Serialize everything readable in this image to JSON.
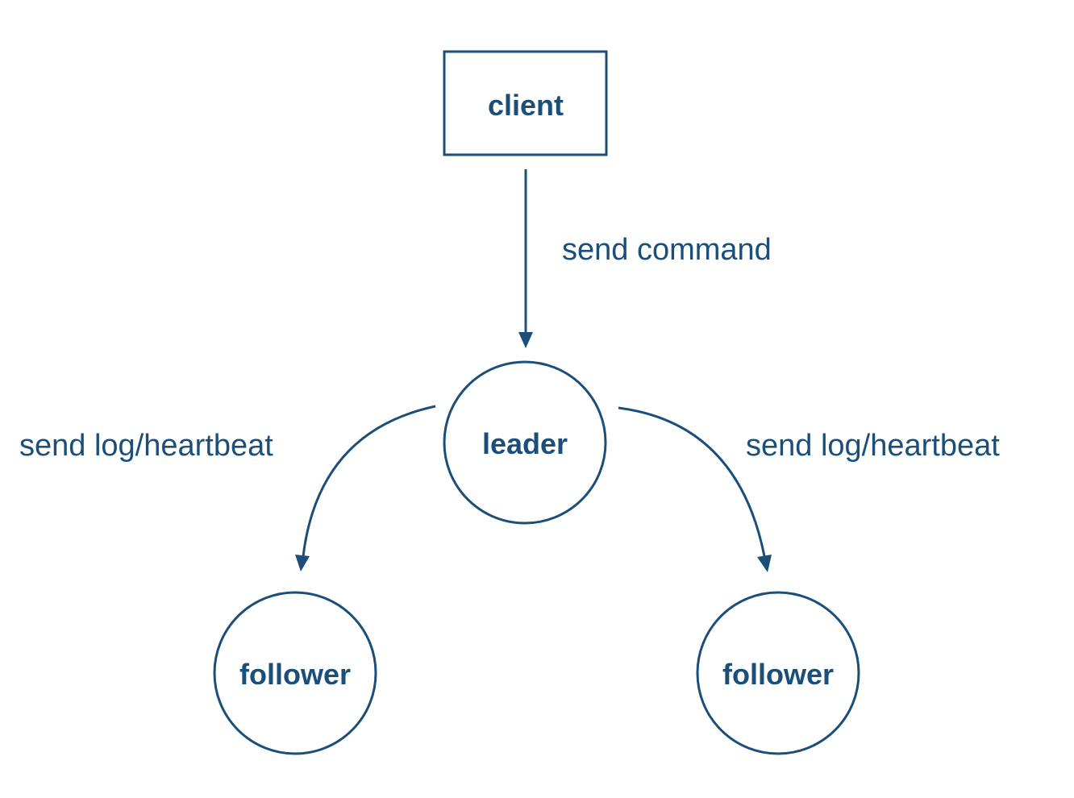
{
  "nodes": {
    "client": "client",
    "leader": "leader",
    "follower_left": "follower",
    "follower_right": "follower"
  },
  "edges": {
    "client_to_leader": "send command",
    "leader_to_left": "send log/heartbeat",
    "leader_to_right": "send log/heartbeat"
  },
  "colors": {
    "stroke": "#1b4f7a",
    "background": "#ffffff"
  }
}
